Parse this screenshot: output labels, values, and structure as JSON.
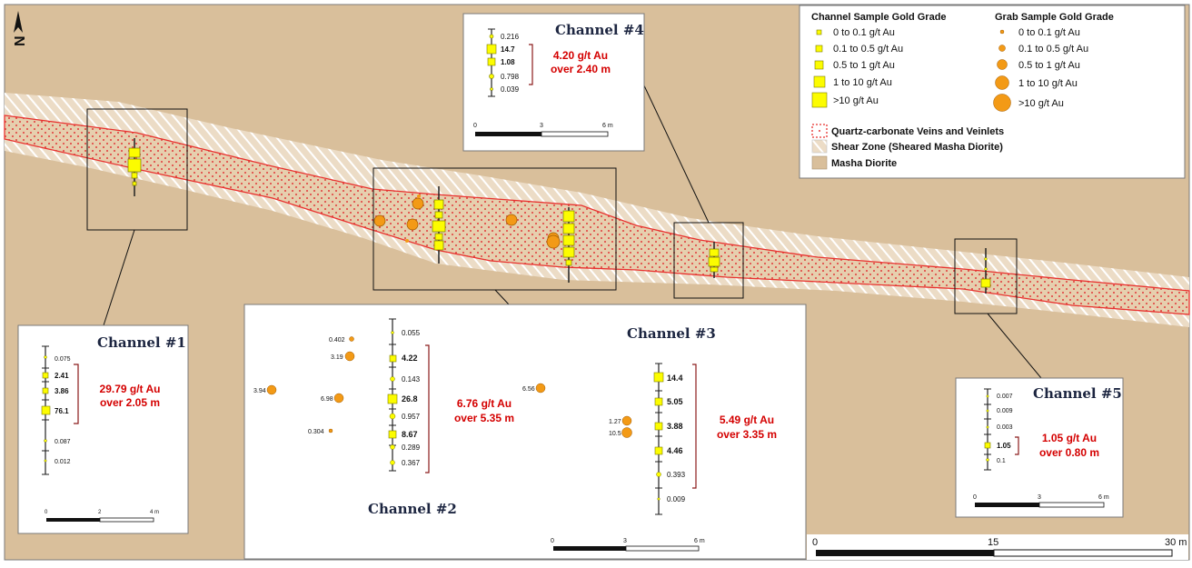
{
  "north_arrow": {
    "label": "N"
  },
  "legend": {
    "channel_heading": "Channel Sample Gold Grade",
    "grab_heading": "Grab Sample Gold Grade",
    "ranges": [
      "0 to 0.1 g/t Au",
      "0.1 to 0.5 g/t Au",
      "0.5 to 1 g/t Au",
      "1 to 10 g/t Au",
      ">10 g/t Au"
    ],
    "units": [
      {
        "label": "Quartz-carbonate Veins and Veinlets",
        "symbol": "red-dot-pattern"
      },
      {
        "label": "Shear Zone (Sheared Masha Diorite)",
        "symbol": "hatch-pattern"
      },
      {
        "label": "Masha Diorite",
        "symbol": "tan-fill"
      }
    ]
  },
  "colors": {
    "diorite": "#d9bf9b",
    "vein_outline": "#e8312e",
    "vein_dot": "#e03a3a",
    "channel_symbol": "#fcfc00",
    "grab_symbol": "#f39a16",
    "grade_text": "#d40000",
    "title_text": "#1c2540"
  },
  "channels": {
    "ch1": {
      "title": "Channel #1",
      "intercept_grade": "29.79 g/t Au",
      "intercept_length": "over 2.05 m",
      "samples": [
        "0.075",
        "2.41",
        "3.86",
        "76.1",
        "0.087",
        "0.012"
      ],
      "scale": [
        "0",
        "2",
        "4 m"
      ]
    },
    "ch2": {
      "title": "Channel #2",
      "intercept_grade": "6.76 g/t Au",
      "intercept_length": "over 5.35 m",
      "samples": [
        "0.055",
        "4.22",
        "0.143",
        "26.8",
        "0.957",
        "8.67",
        "0.289",
        "0.367"
      ],
      "grabs": [
        "0.402",
        "3.19",
        "3.94",
        "6.98",
        "0.304"
      ],
      "scale": [
        "0",
        "3",
        "6 m"
      ]
    },
    "ch3": {
      "title": "Channel #3",
      "intercept_grade": "5.49 g/t Au",
      "intercept_length": "over 3.35 m",
      "samples": [
        "14.4",
        "5.05",
        "3.88",
        "4.46",
        "0.393",
        "0.009"
      ],
      "grabs": [
        "6.56",
        "1.27",
        "10.5"
      ]
    },
    "ch4": {
      "title": "Channel #4",
      "intercept_grade": "4.20 g/t Au",
      "intercept_length": "over 2.40 m",
      "samples": [
        "0.216",
        "14.7",
        "1.08",
        "0.798",
        "0.039"
      ],
      "scale": [
        "0",
        "3",
        "6 m"
      ]
    },
    "ch5": {
      "title": "Channel #5",
      "intercept_grade": "1.05 g/t Au",
      "intercept_length": "over 0.80 m",
      "samples": [
        "0.007",
        "0.009",
        "0.003",
        "1.05",
        "0.1"
      ],
      "scale": [
        "0",
        "3",
        "6 m"
      ]
    }
  },
  "map_scale": [
    "0",
    "15",
    "30 m"
  ]
}
